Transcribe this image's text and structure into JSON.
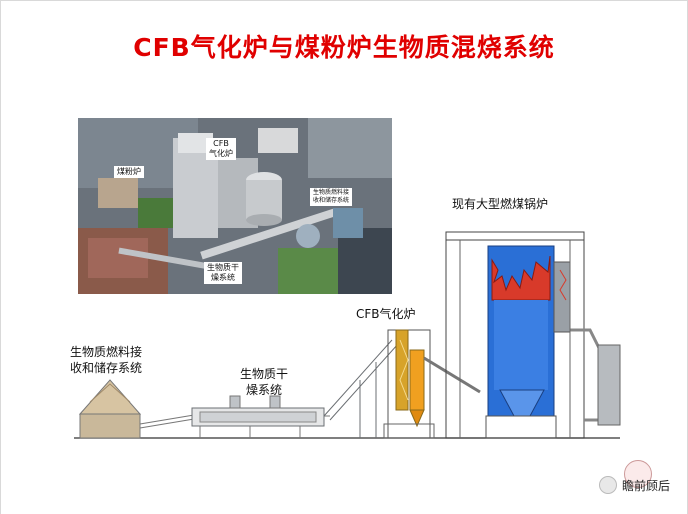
{
  "title": "CFB气化炉与煤粉炉生物质混烧系统",
  "photo_labels": {
    "coal_boiler": "煤粉炉",
    "cfb_gasifier_line1": "CFB",
    "cfb_gasifier_line2": "气化炉",
    "biomass_storage_line1": "生物质燃料接",
    "biomass_storage_line2": "收和储存系统",
    "dryer_line1": "生物质干",
    "dryer_line2": "燥系统"
  },
  "diagram_labels": {
    "existing_boiler": "现有大型燃煤锅炉",
    "cfb_gasifier": "CFB气化炉",
    "biomass_reception_line1": "生物质燃料接",
    "biomass_reception_line2": "收和储存系统",
    "dryer_line1": "生物质干",
    "dryer_line2": "燥系统"
  },
  "watermark": "瞻前顾后",
  "colors": {
    "title": "#e00000",
    "boiler_blue": "#2a6fd6",
    "flame_red": "#d83a2a",
    "gasifier_orange": "#f0a020",
    "steel_gray": "#9aa0a6"
  }
}
